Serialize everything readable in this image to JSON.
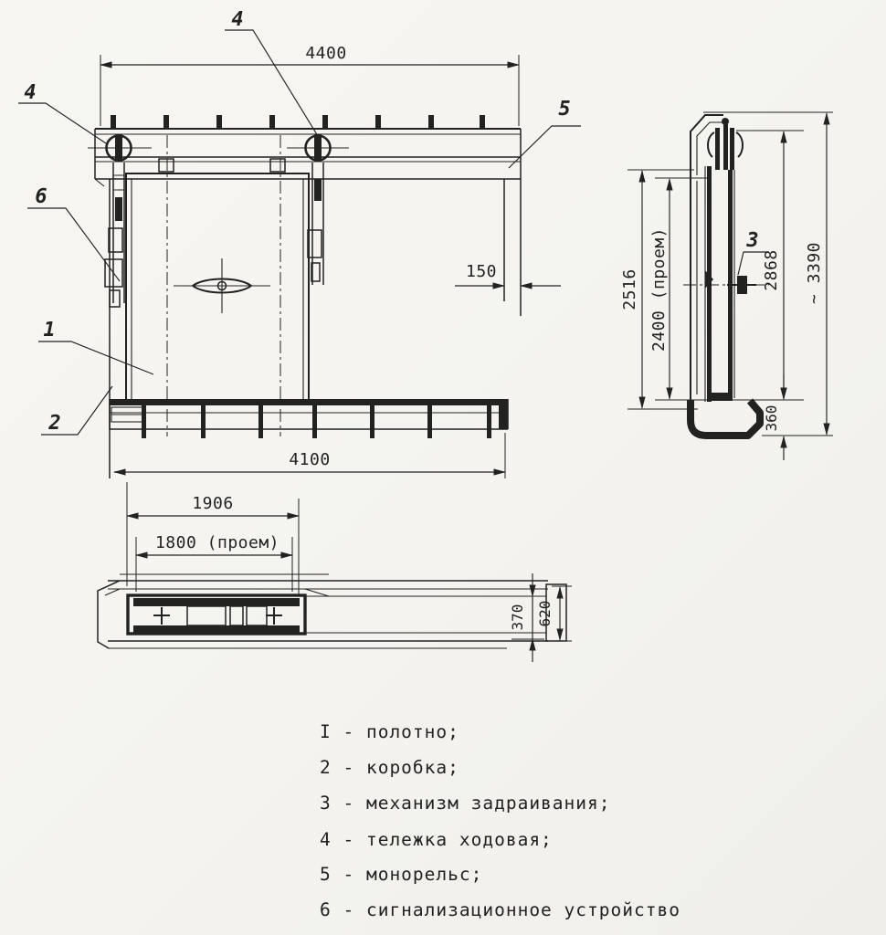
{
  "drawing": {
    "kind": "scanned technical drawing - sliding watertight door",
    "colors": {
      "paper": "#f5f4f0",
      "ink": "#222220"
    },
    "dimensions": {
      "front": {
        "monorail_length": "4400",
        "frame_width": "4100",
        "overlap": "150"
      },
      "plan": {
        "leaf_width": "1906",
        "opening_width": "1800 (проем)",
        "inner_depth": "370",
        "outer_depth": "620"
      },
      "side": {
        "leaf_height": "2516",
        "opening_height": "2400 (проем)",
        "rail_height": "2868",
        "overall_height": "~ 3390",
        "sill_height": "360"
      }
    },
    "callouts": {
      "door_leaf": "1",
      "frame": "2",
      "dogging_mechanism": "3",
      "trolley": "4",
      "monorail": "5",
      "signal_device": "6"
    },
    "legend": {
      "items": [
        "I - полотно;",
        "2 - коробка;",
        "3 - механизм задраивания;",
        "4 - тележка ходовая;",
        "5 - монорельс;",
        "6 - сигнализационное устройство"
      ]
    }
  }
}
